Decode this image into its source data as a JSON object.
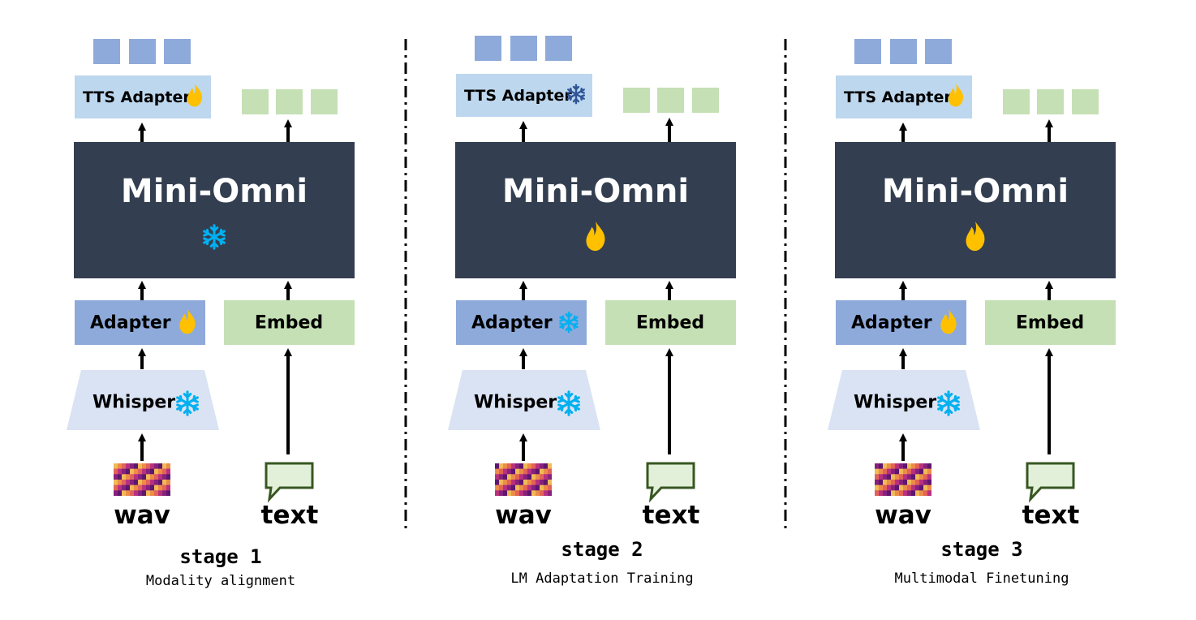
{
  "colors": {
    "token_blue": "#8eaadb",
    "token_green": "#c5e0b4",
    "tts_fill": "#bdd7ee",
    "core_fill": "#333f50",
    "adapter_fill": "#8eaadb",
    "embed_fill": "#c5e0b4",
    "whisper_fill": "#dae3f3",
    "bubble_fill": "#e2f0d9",
    "bubble_stroke": "#385723",
    "arrow": "#000000",
    "fire": "#ffc000",
    "snow_light": "#00b0f0",
    "snow_dark": "#2f5597"
  },
  "icons": {
    "trainable": "fire-icon",
    "frozen": "snowflake-icon",
    "audio": "spectrogram-icon",
    "text": "speech-bubble-icon"
  },
  "stages": [
    {
      "title": "stage 1",
      "subtitle": "Modality alignment",
      "core_label": "Mini-Omni",
      "tts_label": "TTS Adapter",
      "adapter_label": "Adapter",
      "embed_label": "Embed",
      "whisper_label": "Whisper",
      "wav_label": "wav",
      "text_label": "text",
      "tts_state": "trainable",
      "core_state": "frozen",
      "adapter_state": "trainable",
      "whisper_state": "frozen"
    },
    {
      "title": "stage 2",
      "subtitle": "LM Adaptation Training",
      "core_label": "Mini-Omni",
      "tts_label": "TTS Adapter",
      "adapter_label": "Adapter",
      "embed_label": "Embed",
      "whisper_label": "Whisper",
      "wav_label": "wav",
      "text_label": "text",
      "tts_state": "frozen-dark",
      "core_state": "trainable",
      "adapter_state": "frozen",
      "whisper_state": "frozen"
    },
    {
      "title": "stage 3",
      "subtitle": "Multimodal Finetuning",
      "core_label": "Mini-Omni",
      "tts_label": "TTS Adapter",
      "adapter_label": "Adapter",
      "embed_label": "Embed",
      "whisper_label": "Whisper",
      "wav_label": "wav",
      "text_label": "text",
      "tts_state": "trainable",
      "core_state": "trainable",
      "adapter_state": "trainable",
      "whisper_state": "frozen"
    }
  ]
}
